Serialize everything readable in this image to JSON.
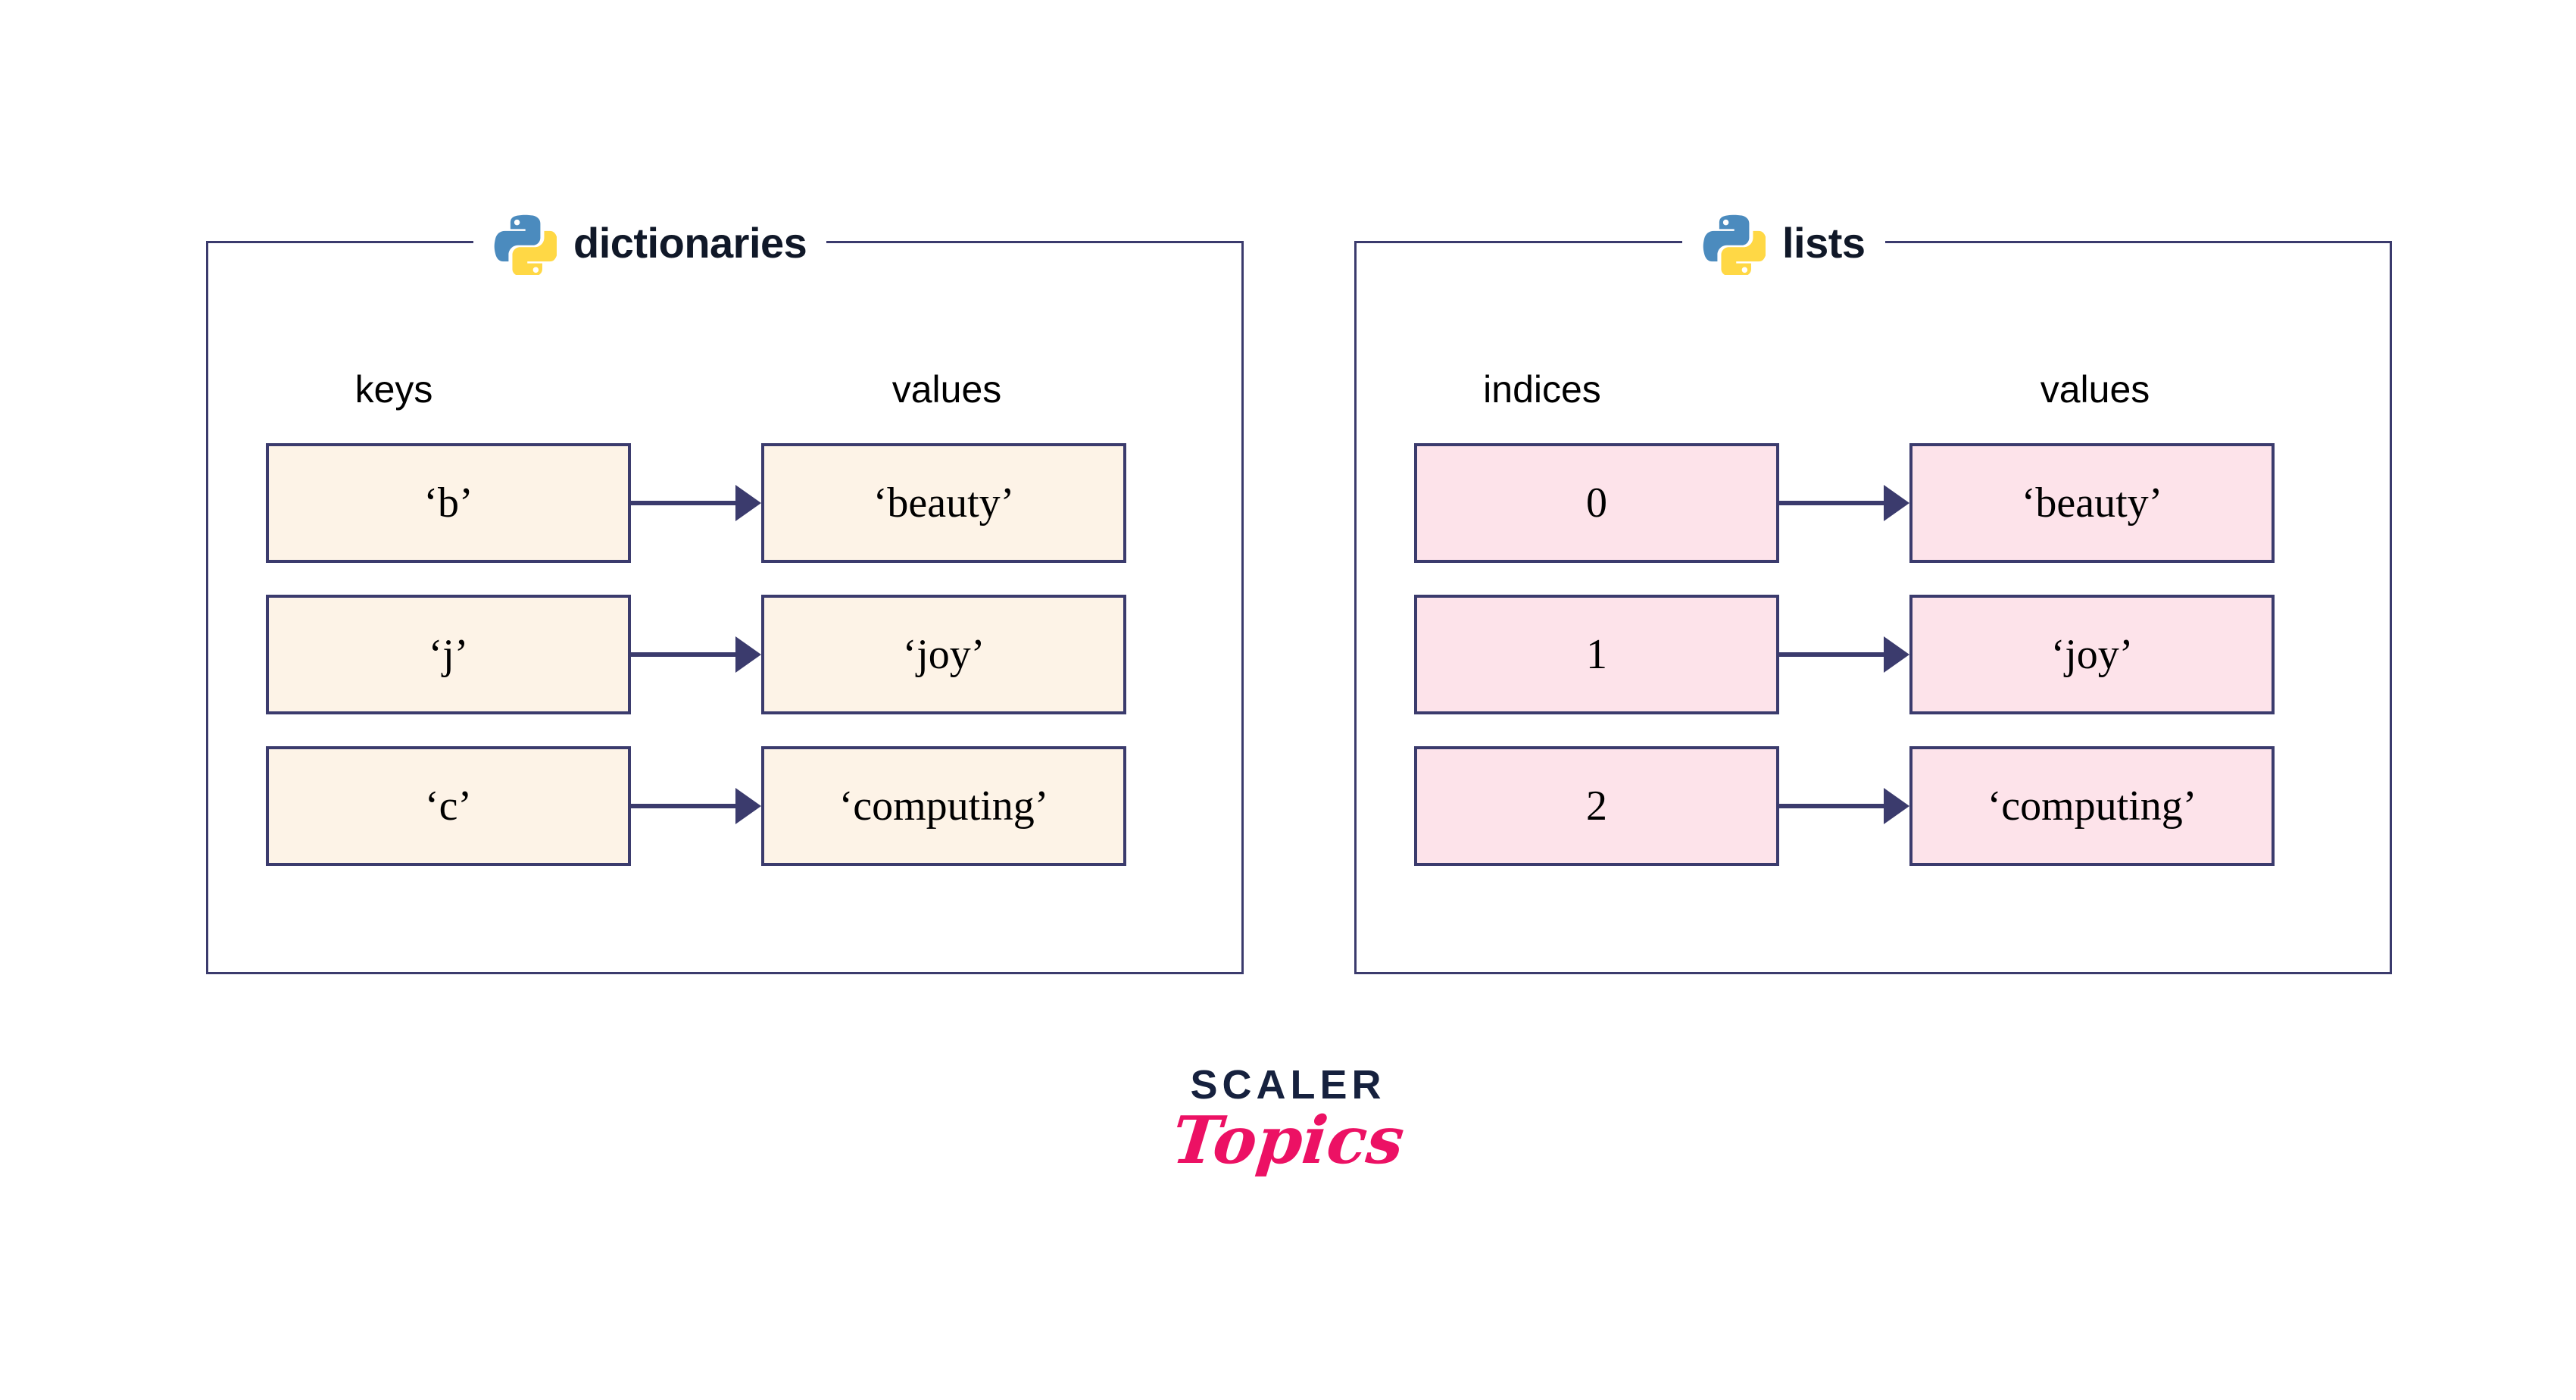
{
  "panels": [
    {
      "id": "dictionaries",
      "title": "dictionaries",
      "logo_icon": "python-logo-icon",
      "columns": [
        {
          "header": "keys",
          "name": "keys"
        },
        {
          "header": "values",
          "name": "values"
        }
      ],
      "rows": [
        {
          "left": "‘b’",
          "right": "‘beauty’"
        },
        {
          "left": "‘j’",
          "right": "‘joy’"
        },
        {
          "left": "‘c’",
          "right": "‘computing’"
        }
      ]
    },
    {
      "id": "lists",
      "title": "lists",
      "logo_icon": "python-logo-icon",
      "columns": [
        {
          "header": "indices",
          "name": "indices"
        },
        {
          "header": "values",
          "name": "values"
        }
      ],
      "rows": [
        {
          "left": "0",
          "right": "‘beauty’"
        },
        {
          "left": "1",
          "right": "‘joy’"
        },
        {
          "left": "2",
          "right": "‘computing’"
        }
      ]
    }
  ],
  "brand": {
    "primary": "SCALER",
    "secondary": "Topics"
  },
  "colors": {
    "border_navy": "#3b3b6d",
    "cream_fill": "#fdf3e7",
    "pink_fill": "#fde3ea",
    "title_text": "#101828",
    "brand_navy": "#16213e",
    "brand_pink": "#ec1164",
    "python_blue": "#4b8bbe",
    "python_yellow": "#ffd845"
  }
}
